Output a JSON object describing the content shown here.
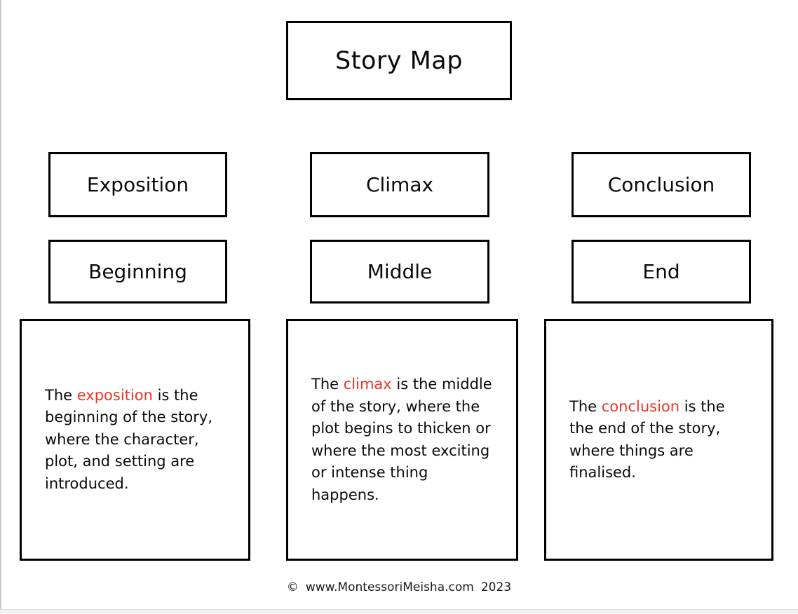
{
  "page": {
    "title": "Story Map"
  },
  "colors": {
    "highlight_red": "#ee3423",
    "box_border": "#000000",
    "background": "#ffffff"
  },
  "columns": [
    {
      "term": "Exposition",
      "stage": "Beginning",
      "description": {
        "pre": "The ",
        "highlight": "exposition",
        "post": " is the beginning of the story, where the character, plot, and setting are introduced."
      }
    },
    {
      "term": "Climax",
      "stage": "Middle",
      "description": {
        "pre": "The ",
        "highlight": "climax",
        "post": " is the middle of the story, where the plot begins to thicken or where the most exciting or intense thing happens."
      }
    },
    {
      "term": "Conclusion",
      "stage": "End",
      "description": {
        "pre": "The ",
        "highlight": "conclusion",
        "post": " is the the end of the story, where things are finalised."
      }
    }
  ],
  "footer": {
    "copyright_symbol": "©",
    "site": "www.MontessoriMeisha.com",
    "year": "2023"
  }
}
